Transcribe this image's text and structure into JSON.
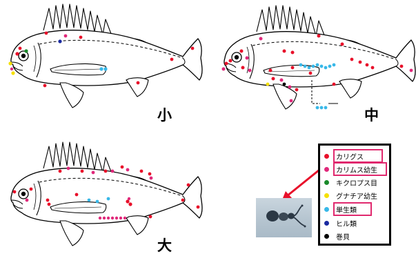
{
  "size_labels": {
    "small": "小",
    "medium": "中",
    "large": "大"
  },
  "legend": {
    "items": [
      {
        "label": "カリグス",
        "color": "#e8102a",
        "highlighted": true
      },
      {
        "label": "カリムス幼生",
        "color": "#e0287a",
        "highlighted": true
      },
      {
        "label": "キクロプス目",
        "color": "#1a8a2a",
        "highlighted": false
      },
      {
        "label": "グナチア幼生",
        "color": "#f5e000",
        "highlighted": false
      },
      {
        "label": "単生類",
        "color": "#38b8e8",
        "highlighted": true
      },
      {
        "label": "ヒル類",
        "color": "#1a2aa0",
        "highlighted": false
      },
      {
        "label": "巻貝",
        "color": "#000000",
        "highlighted": false
      }
    ]
  },
  "colors": {
    "arrow": "#e8102a",
    "highlight_box": "#e0286e"
  }
}
